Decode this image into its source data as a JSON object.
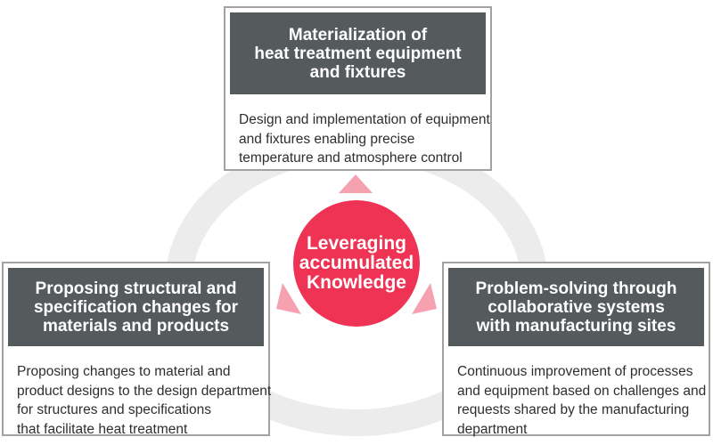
{
  "colors": {
    "header_bg": "#555a5c",
    "hub_red": "#ee3354",
    "arrow_pink": "#f5a1b0",
    "ring_gray": "#ececec",
    "body_text": "#2c2e2f",
    "box_border": "#a2a2a2"
  },
  "hub": {
    "label": "Leveraging\naccumulated\nKnowledge"
  },
  "cards": {
    "top": {
      "title": "Materialization of\nheat treatment equipment\nand fixtures",
      "body": "Design and implementation of equipment\nand fixtures enabling precise\ntemperature and atmosphere control"
    },
    "left": {
      "title": "Proposing structural and\nspecification changes for\nmaterials and products",
      "body": "Proposing changes to material and\nproduct designs to the design department\nfor structures and specifications\nthat facilitate heat treatment"
    },
    "right": {
      "title": "Problem-solving through\ncollaborative systems\nwith manufacturing sites",
      "body": "Continuous improvement of processes\nand equipment based on challenges and\nrequests shared by the manufacturing\ndepartment"
    }
  }
}
